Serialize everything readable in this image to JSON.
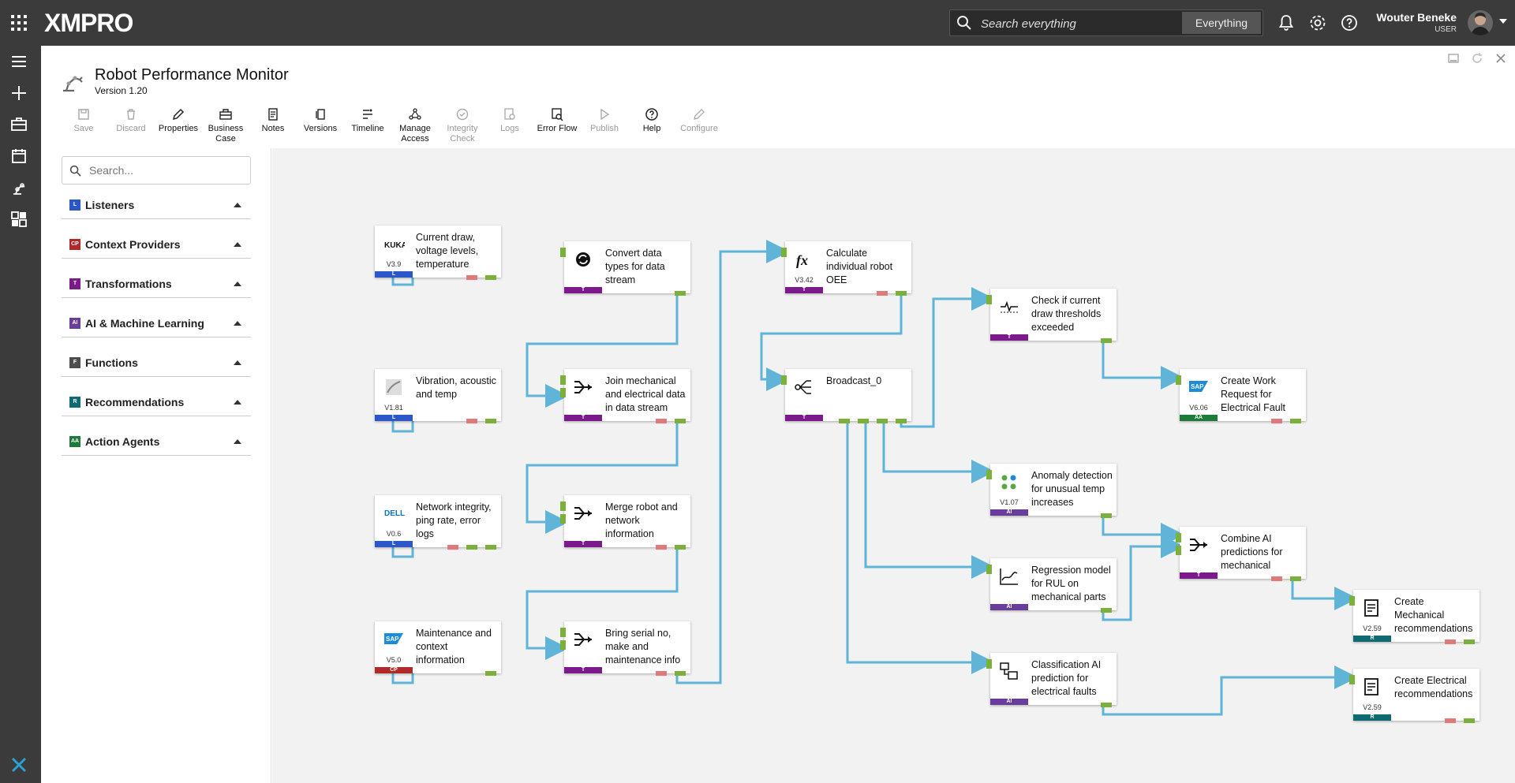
{
  "topbar": {
    "brand": "XMPRO",
    "search_placeholder": "Search everything",
    "search_scope": "Everything",
    "user_name": "Wouter Beneke",
    "user_role": "USER"
  },
  "header": {
    "title": "Robot Performance Monitor",
    "version": "Version 1.20"
  },
  "toolbar": [
    {
      "label": "Save",
      "icon": "save-icon",
      "enabled": false
    },
    {
      "label": "Discard",
      "icon": "trash-icon",
      "enabled": false
    },
    {
      "label": "Properties",
      "icon": "pencil-icon",
      "enabled": true
    },
    {
      "label": "Business Case",
      "icon": "briefcase-icon",
      "enabled": true
    },
    {
      "label": "Notes",
      "icon": "notes-icon",
      "enabled": true
    },
    {
      "label": "Versions",
      "icon": "versions-icon",
      "enabled": true
    },
    {
      "label": "Timeline",
      "icon": "timeline-icon",
      "enabled": true
    },
    {
      "label": "Manage Access",
      "icon": "share-icon",
      "enabled": true
    },
    {
      "label": "Integrity Check",
      "icon": "check-circle-icon",
      "enabled": false
    },
    {
      "label": "Logs",
      "icon": "logs-icon",
      "enabled": false
    },
    {
      "label": "Error Flow",
      "icon": "error-flow-icon",
      "enabled": true
    },
    {
      "label": "Publish",
      "icon": "play-icon",
      "enabled": false
    },
    {
      "label": "Help",
      "icon": "help-icon",
      "enabled": true
    },
    {
      "label": "Configure",
      "icon": "pen-icon",
      "enabled": false
    }
  ],
  "palette": {
    "search_placeholder": "Search...",
    "categories": [
      {
        "label": "Listeners",
        "badge": "L",
        "color": "#2b57c9"
      },
      {
        "label": "Context Providers",
        "badge": "CP",
        "color": "#b02a2a"
      },
      {
        "label": "Transformations",
        "badge": "T",
        "color": "#7b1a8a"
      },
      {
        "label": "AI & Machine Learning",
        "badge": "AI",
        "color": "#6a3d9a"
      },
      {
        "label": "Functions",
        "badge": "F",
        "color": "#4d4d4d"
      },
      {
        "label": "Recommendations",
        "badge": "R",
        "color": "#0e6b74"
      },
      {
        "label": "Action Agents",
        "badge": "AA",
        "color": "#1f7a3a"
      }
    ]
  },
  "canvas": {
    "nodes": [
      {
        "id": "n1",
        "title": "Current draw, voltage levels, temperature",
        "version": "V3.9",
        "badge": "L",
        "icon": "kuka-logo-icon"
      },
      {
        "id": "n2",
        "title": "Vibration, acoustic and temp",
        "version": "V1.81",
        "badge": "L",
        "icon": "sensor-icon"
      },
      {
        "id": "n3",
        "title": "Network integrity, ping rate, error logs",
        "version": "V0.6",
        "badge": "L",
        "icon": "dell-logo-icon"
      },
      {
        "id": "n4",
        "title": "Maintenance and context information",
        "version": "V5.0",
        "badge": "CP",
        "icon": "sap-logo-icon"
      },
      {
        "id": "n5",
        "title": "Convert data types for data stream",
        "version": "",
        "badge": "T",
        "icon": "convert-icon"
      },
      {
        "id": "n6",
        "title": "Join mechanical and electrical data in data stream",
        "version": "",
        "badge": "T",
        "icon": "join-icon"
      },
      {
        "id": "n7",
        "title": "Merge robot and network information",
        "version": "",
        "badge": "T",
        "icon": "join-icon"
      },
      {
        "id": "n8",
        "title": "Bring serial no, make and maintenance info",
        "version": "",
        "badge": "T",
        "icon": "join-icon"
      },
      {
        "id": "n9",
        "title": "Calculate individual robot OEE",
        "version": "V3.42",
        "badge": "T",
        "icon": "function-icon"
      },
      {
        "id": "n10",
        "title": "Broadcast_0",
        "version": "",
        "badge": "T",
        "icon": "broadcast-icon"
      },
      {
        "id": "n11",
        "title": "Check if current draw thresholds exceeded",
        "version": "",
        "badge": "T",
        "icon": "threshold-icon"
      },
      {
        "id": "n12",
        "title": "Anomaly detection for unusual temp increases",
        "version": "V1.07",
        "badge": "AI",
        "icon": "anomaly-icon"
      },
      {
        "id": "n13",
        "title": "Regression model for RUL on mechanical parts",
        "version": "",
        "badge": "AI",
        "icon": "regression-icon"
      },
      {
        "id": "n14",
        "title": "Classification AI prediction for electrical faults",
        "version": "",
        "badge": "AI",
        "icon": "classification-icon"
      },
      {
        "id": "n15",
        "title": "Create Work Request for Electrical Fault",
        "version": "V6.06",
        "badge": "AA",
        "icon": "sap-logo-icon"
      },
      {
        "id": "n16",
        "title": "Combine AI predictions for mechanical",
        "version": "",
        "badge": "T",
        "icon": "join-icon"
      },
      {
        "id": "n17",
        "title": "Create Mechanical recommendations",
        "version": "V2.59",
        "badge": "R",
        "icon": "recommendation-icon"
      },
      {
        "id": "n18",
        "title": "Create Electrical recommendations",
        "version": "V2.59",
        "badge": "R",
        "icon": "recommendation-icon"
      }
    ]
  },
  "colors": {
    "topbar": "#3b3b3b",
    "wire": "#5fb4d8",
    "port_ok": "#7bb13a",
    "port_err": "#e07a7a"
  }
}
